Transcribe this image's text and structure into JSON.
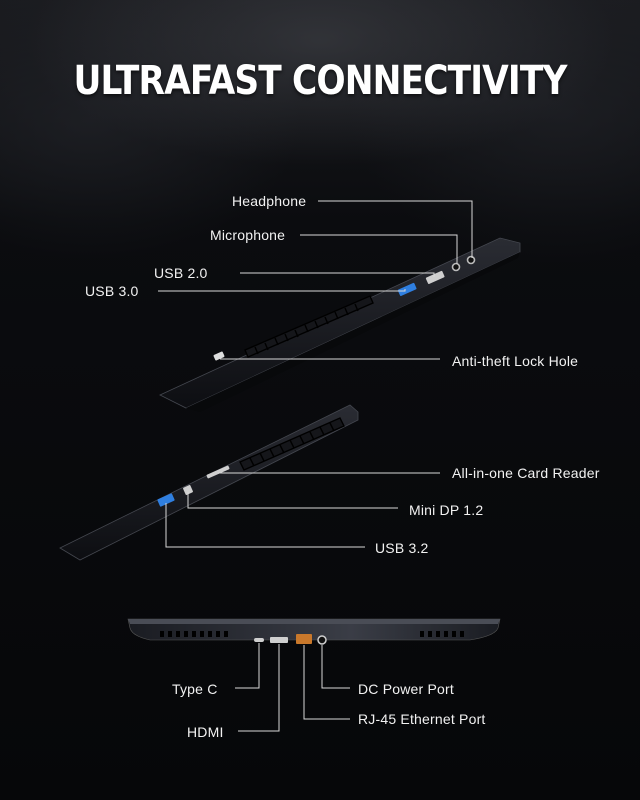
{
  "title": "ULTRAFAST CONNECTIVITY",
  "callouts": {
    "headphone": "Headphone",
    "microphone": "Microphone",
    "usb20": "USB 2.0",
    "usb30": "USB 3.0",
    "antitheft": "Anti-theft Lock Hole",
    "cardreader": "All-in-one Card Reader",
    "minidp": "Mini DP 1.2",
    "usb32": "USB 3.2",
    "typec": "Type C",
    "hdmi": "HDMI",
    "dcpower": "DC Power Port",
    "rj45": "RJ-45 Ethernet Port"
  },
  "colors": {
    "usb_blue": "#2f7fe0",
    "ethernet_orange": "#c9782b",
    "line": "#d8d8d8"
  }
}
